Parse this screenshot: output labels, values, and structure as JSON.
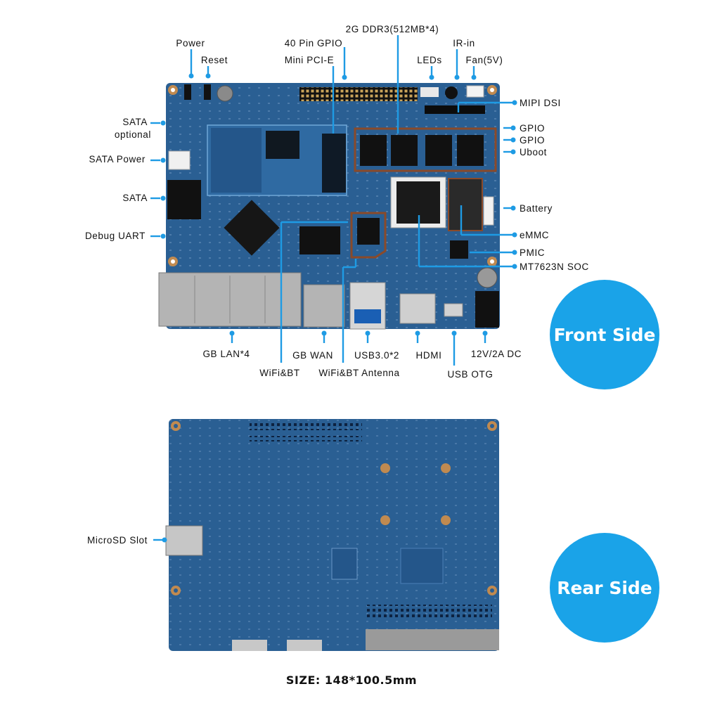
{
  "colors": {
    "pcb": "#2a5f93",
    "pcb_dark": "#1f4c7a",
    "callout": "#1e9be4",
    "badge": "#1aa3e8",
    "highlight": "#8a4a2a"
  },
  "front": {
    "top_labels": {
      "power": "Power",
      "reset": "Reset",
      "gpio40": "40 Pin GPIO",
      "minipcie": "Mini PCI-E",
      "ddr3": "2G DDR3(512MB*4)",
      "irin": "IR-in",
      "leds": "LEDs",
      "fan": "Fan(5V)"
    },
    "left_labels": {
      "sata_optional_1": "SATA",
      "sata_optional_2": "optional",
      "sata_power": "SATA Power",
      "sata": "SATA",
      "debug_uart": "Debug UART"
    },
    "right_labels": {
      "mipi_dsi": "MIPI DSI",
      "gpio_a": "GPIO",
      "gpio_b": "GPIO",
      "uboot": "Uboot",
      "battery": "Battery",
      "emmc": "eMMC",
      "pmic": "PMIC",
      "soc": "MT7623N SOC"
    },
    "bottom_labels": {
      "gb_lan": "GB LAN*4",
      "gb_wan": "GB WAN",
      "usb3": "USB3.0*2",
      "hdmi": "HDMI",
      "dc": "12V/2A DC",
      "wifibt": "WiFi&BT",
      "wifibt_antenna": "WiFi&BT Antenna",
      "usb_otg": "USB OTG"
    },
    "badge": "Front Side"
  },
  "rear": {
    "microsd": "MicroSD Slot",
    "badge": "Rear Side"
  },
  "size": "SIZE: 148*100.5mm"
}
